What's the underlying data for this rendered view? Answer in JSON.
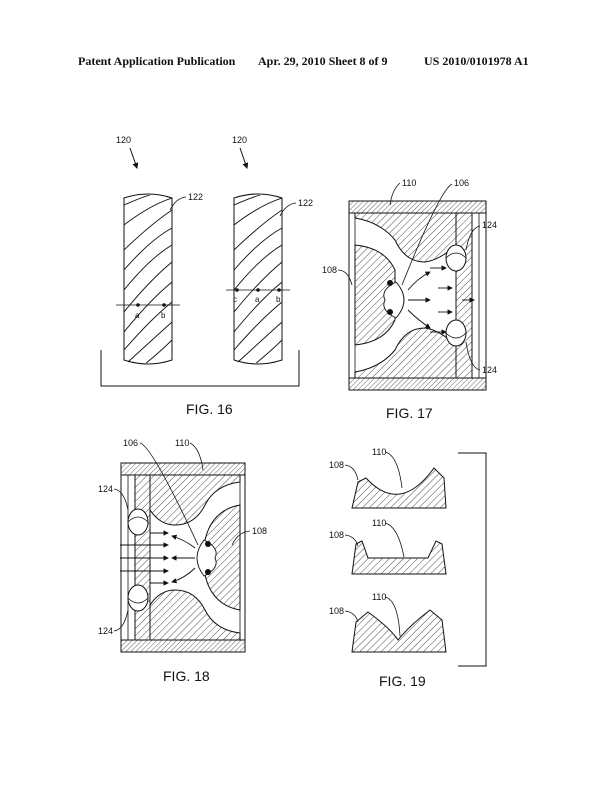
{
  "header": {
    "publication": "Patent Application Publication",
    "date_sheet": "Apr. 29, 2010  Sheet 8 of 9",
    "number": "US 2010/0101978 A1"
  },
  "fig16": {
    "caption": "FIG. 16",
    "ref_roller": "120",
    "ref_groove": "122",
    "left_marks": [
      "a",
      "b"
    ],
    "right_marks": [
      "c",
      "a",
      "b"
    ]
  },
  "fig17": {
    "caption": "FIG. 17",
    "refs": {
      "shell": "110",
      "nozzle": "106",
      "body": "108",
      "top_ring": "124",
      "bottom_ring": "124"
    }
  },
  "fig18": {
    "caption": "FIG. 18",
    "refs": {
      "nozzle": "106",
      "shell": "110",
      "top_ring": "124",
      "body": "108",
      "bottom_ring": "124"
    }
  },
  "fig19": {
    "caption": "FIG. 19",
    "profiles": [
      {
        "body": "108",
        "surface": "110"
      },
      {
        "body": "108",
        "surface": "110"
      },
      {
        "body": "108",
        "surface": "110"
      }
    ]
  }
}
